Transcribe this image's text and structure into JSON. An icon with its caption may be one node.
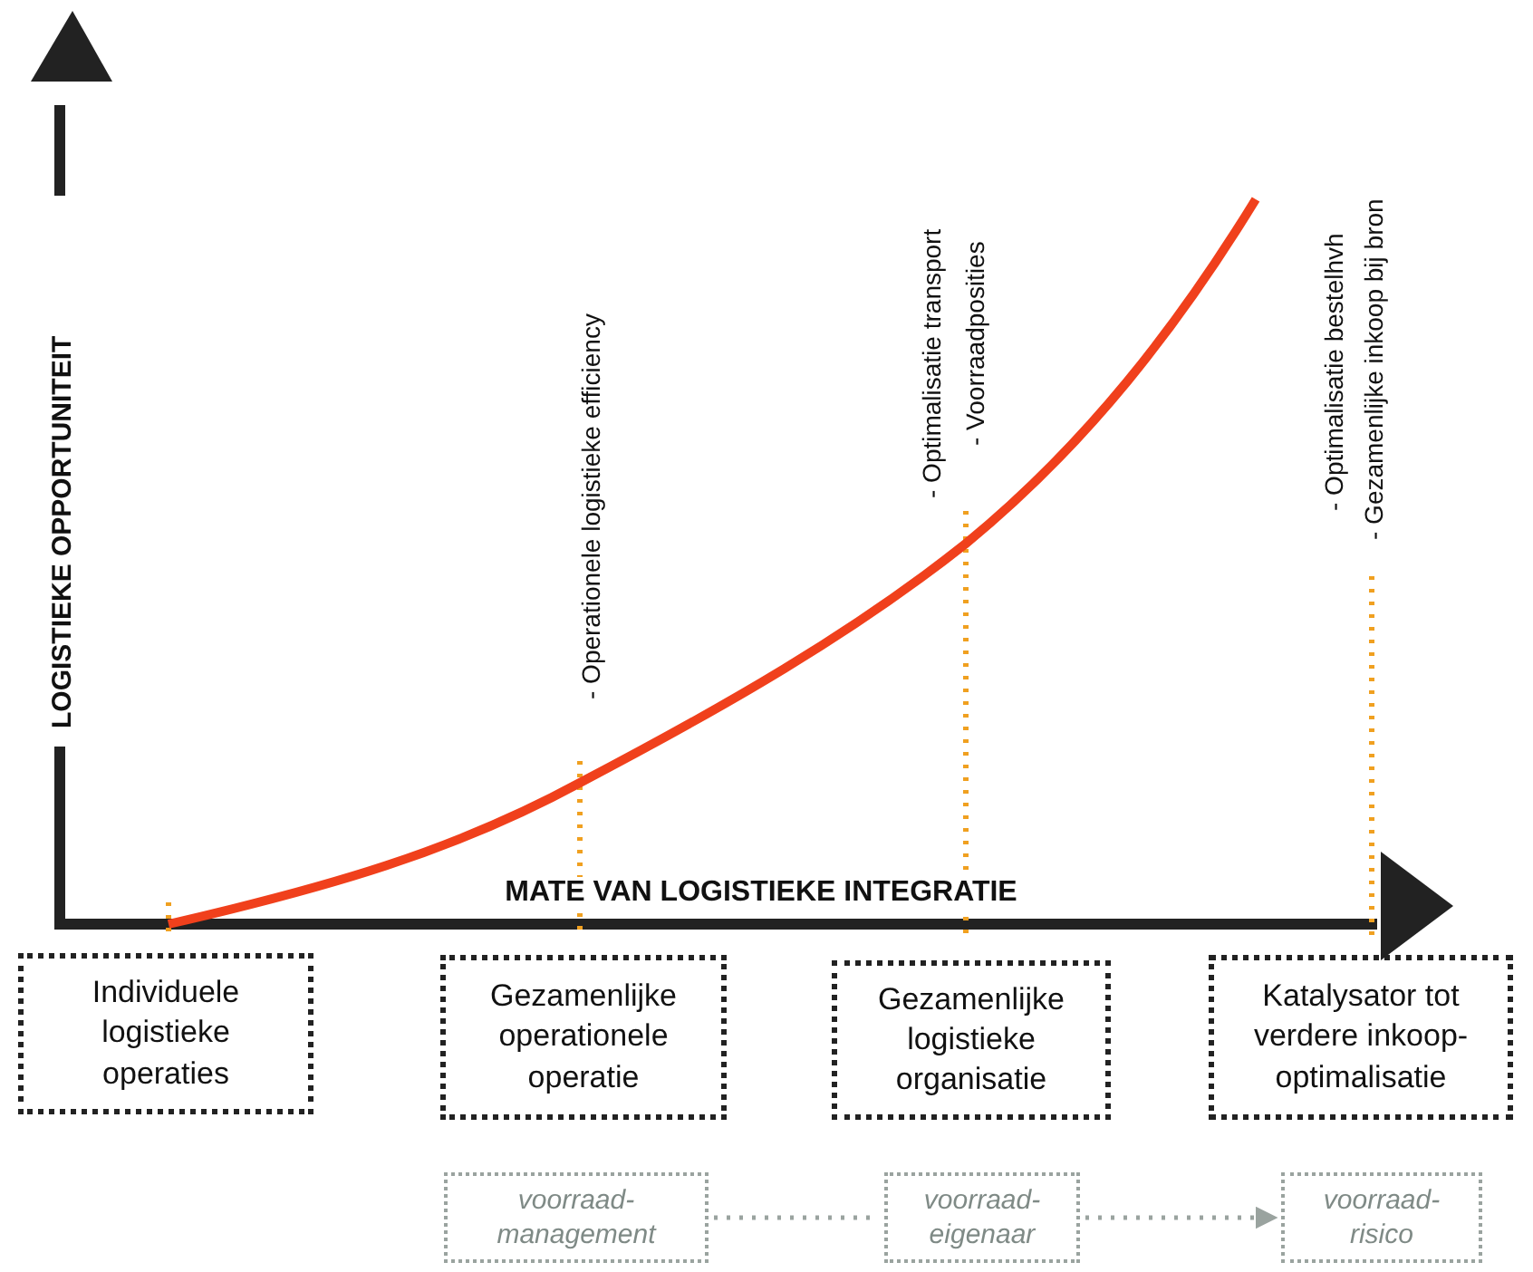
{
  "diagram": {
    "nodes": [
      {
        "text": [
          "Individuele logistieke operaties"
        ]
      },
      {
        "text": [
          "Gezamenlijke operationele operatie"
        ]
      },
      {
        "text": [
          "Gezamenlijke logistieke organisatie"
        ]
      },
      {
        "text": [
          "Katalysator tot verdere inkoop-optimalisatie"
        ]
      },
      {
        "text": [
          "voorraad-management"
        ]
      },
      {
        "text": [
          "voorraad-eigenaar"
        ]
      },
      {
        "text": [
          "voorraad-risico"
        ]
      }
    ],
    "edges": [
      {
        "from": 4,
        "to": 5,
        "arrow": "none",
        "style": "dashed"
      },
      {
        "from": 5,
        "to": 6,
        "arrow": "to",
        "style": "dashed"
      }
    ],
    "labels": [
      "LOGISTIEKE OPPORTUNITEIT",
      "MATE VAN LOGISTIEKE INTEGRATIE",
      "- Operationele logistieke efficiency",
      "- Optimalisatie transport",
      "- Voorraadposities",
      "- Optimalisatie bestelhvh",
      "- Gezamenlijke inkoop bij bron"
    ]
  }
}
